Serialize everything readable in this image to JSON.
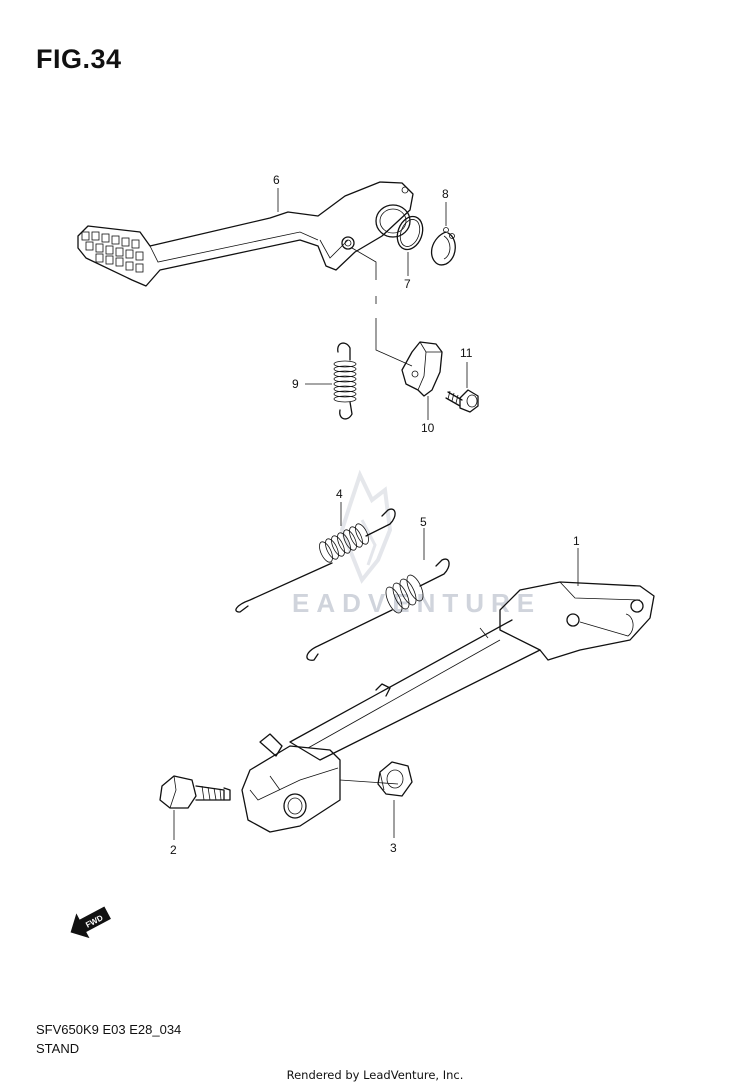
{
  "figure": {
    "title": "FIG.34",
    "code": "SFV650K9 E03 E28_034",
    "name": "STAND"
  },
  "callouts": [
    {
      "number": "1"
    },
    {
      "number": "2"
    },
    {
      "number": "3"
    },
    {
      "number": "4"
    },
    {
      "number": "5"
    },
    {
      "number": "6"
    },
    {
      "number": "7"
    },
    {
      "number": "8"
    },
    {
      "number": "9"
    },
    {
      "number": "10"
    },
    {
      "number": "11"
    }
  ],
  "watermark": "EADVENTURE",
  "fwd_label": "FWD",
  "credit": "Rendered by LeadVenture, Inc.",
  "icons": [
    "fwd-arrow-icon",
    "watermark-logo-icon"
  ]
}
